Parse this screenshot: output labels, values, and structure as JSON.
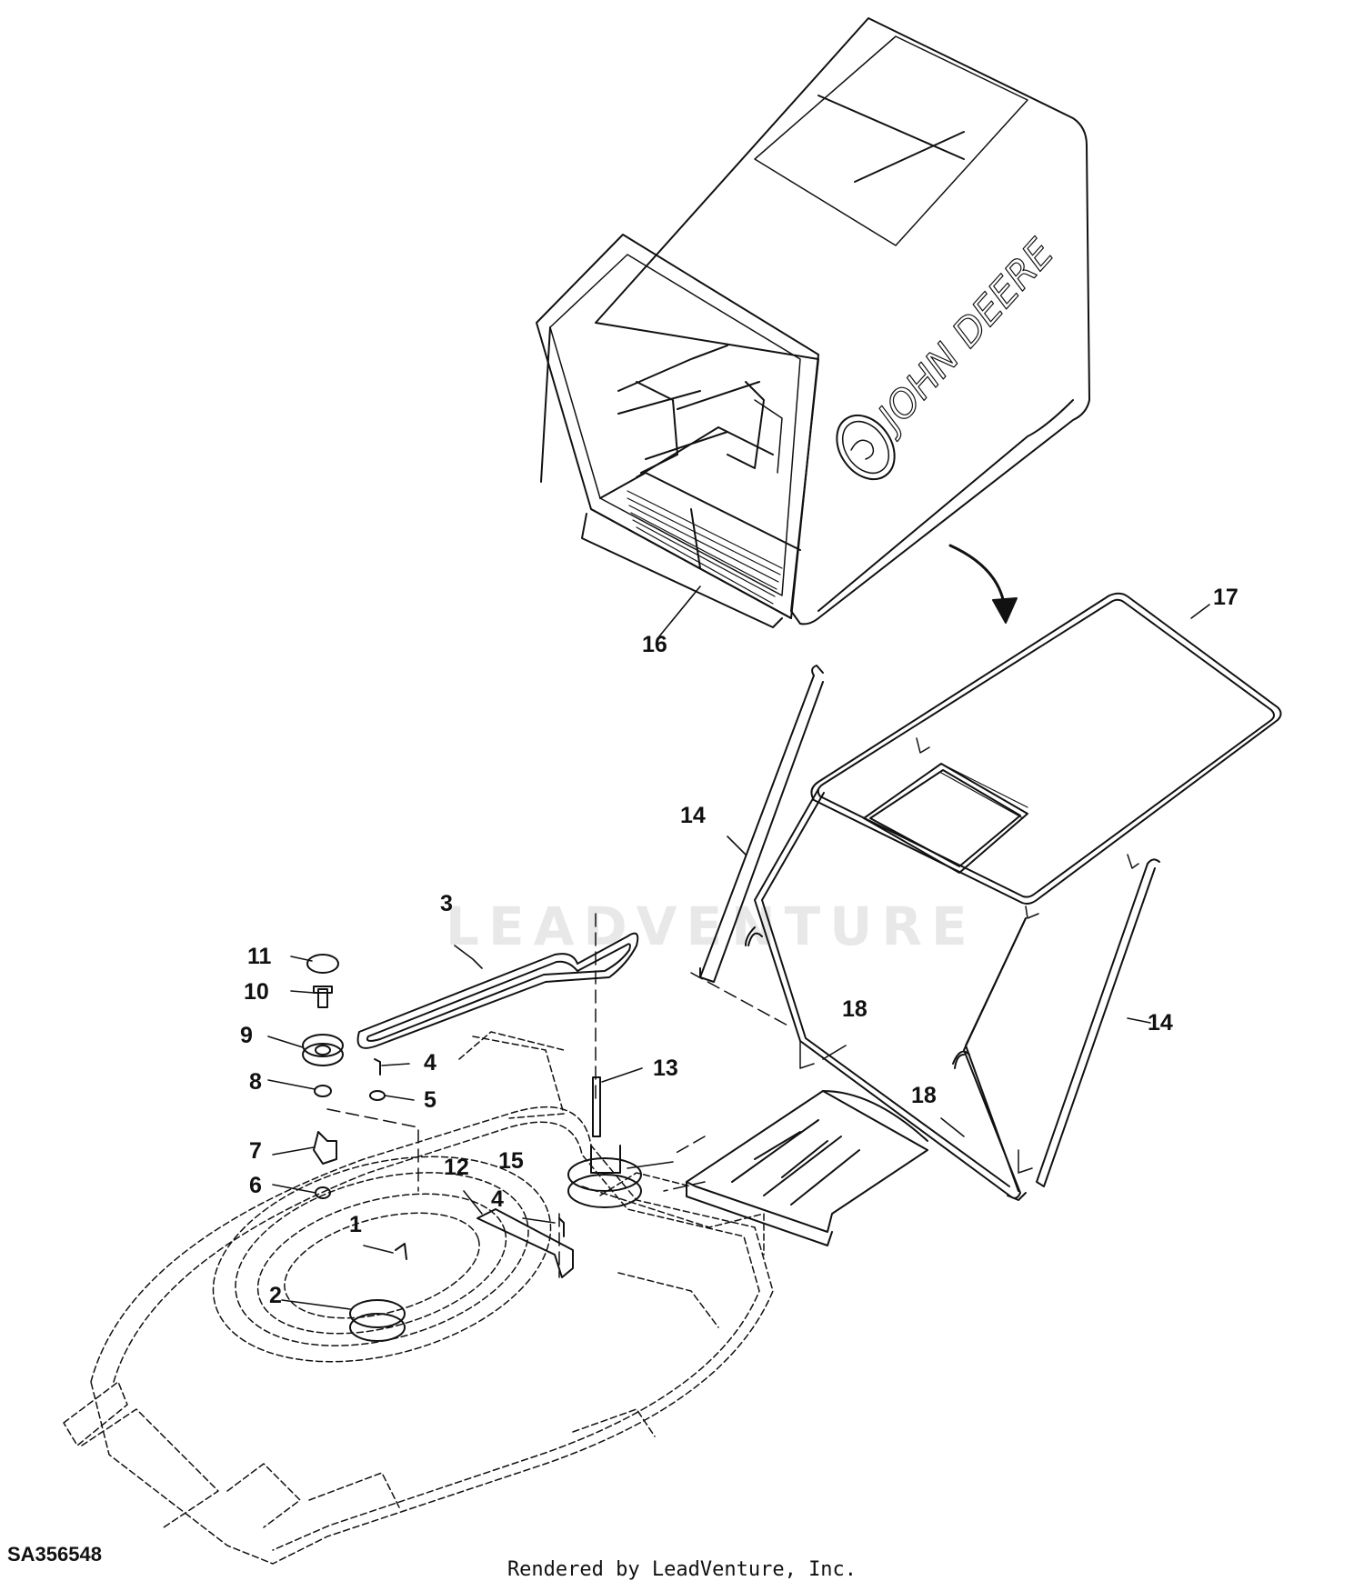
{
  "callouts": [
    {
      "id": "1",
      "label": "1"
    },
    {
      "id": "2",
      "label": "2"
    },
    {
      "id": "3",
      "label": "3"
    },
    {
      "id": "4a",
      "label": "4"
    },
    {
      "id": "4b",
      "label": "4"
    },
    {
      "id": "5",
      "label": "5"
    },
    {
      "id": "6",
      "label": "6"
    },
    {
      "id": "7",
      "label": "7"
    },
    {
      "id": "8",
      "label": "8"
    },
    {
      "id": "9",
      "label": "9"
    },
    {
      "id": "10",
      "label": "10"
    },
    {
      "id": "11",
      "label": "11"
    },
    {
      "id": "12",
      "label": "12"
    },
    {
      "id": "13",
      "label": "13"
    },
    {
      "id": "14a",
      "label": "14"
    },
    {
      "id": "14b",
      "label": "14"
    },
    {
      "id": "15",
      "label": "15"
    },
    {
      "id": "16",
      "label": "16"
    },
    {
      "id": "17",
      "label": "17"
    },
    {
      "id": "18a",
      "label": "18"
    },
    {
      "id": "18b",
      "label": "18"
    }
  ],
  "brand_text": "JOHN DEERE",
  "watermark_text": "LEADVENTURE",
  "diagram_code": "SA356548",
  "footer_text": "Rendered by LeadVenture, Inc.",
  "colors": {
    "line": "#111111",
    "watermark": "#e8e8e8",
    "background": "#ffffff"
  }
}
